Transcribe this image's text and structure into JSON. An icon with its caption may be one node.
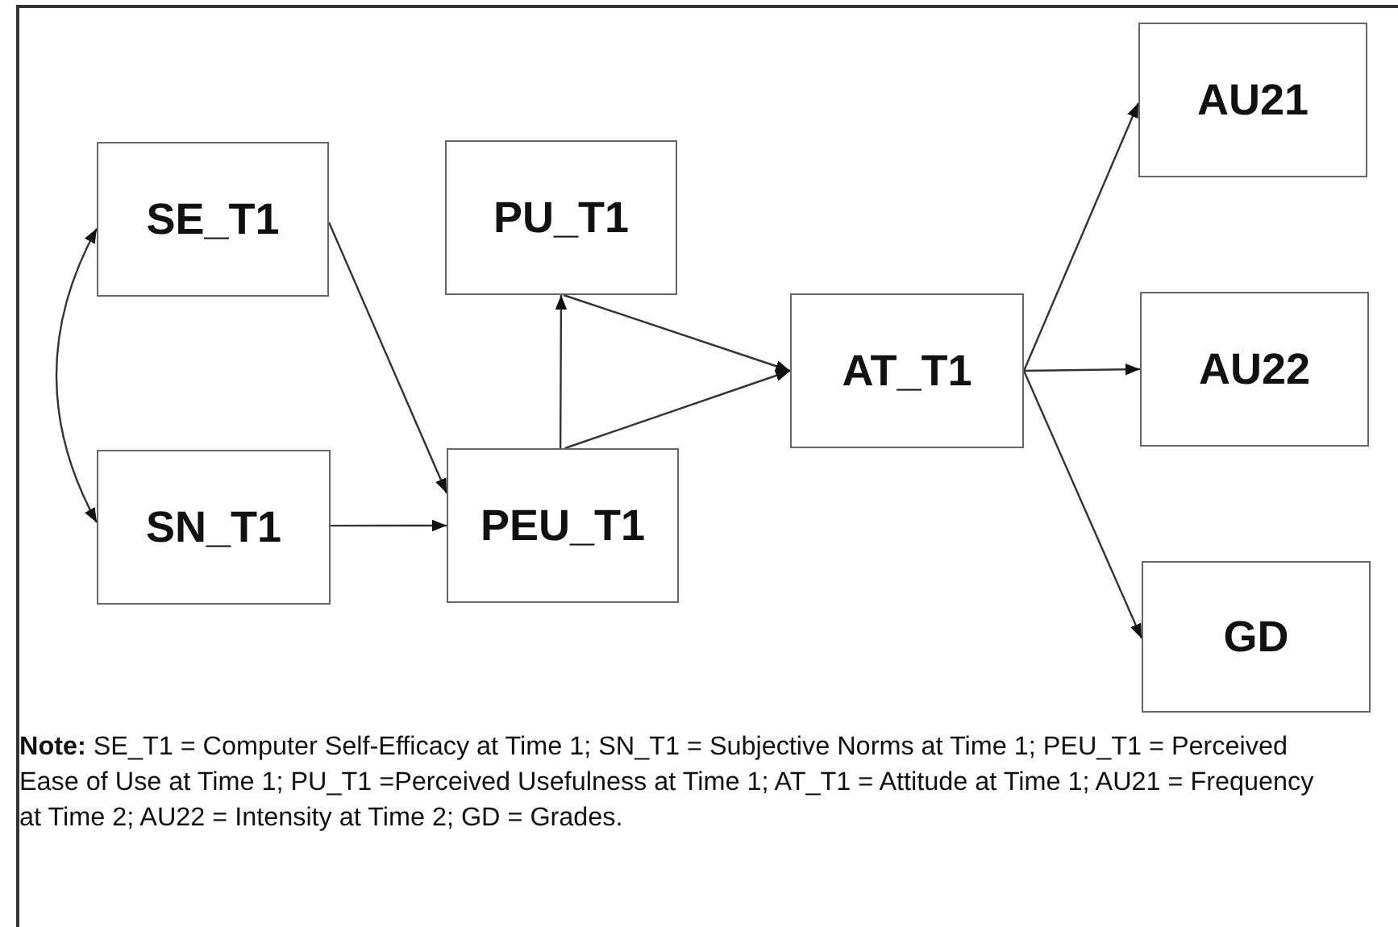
{
  "diagram": {
    "nodes": [
      {
        "text": [
          "SE_T1"
        ]
      },
      {
        "text": [
          "PU_T1"
        ]
      },
      {
        "text": [
          "SN_T1"
        ]
      },
      {
        "text": [
          "PEU_T1"
        ]
      },
      {
        "text": [
          "AT_T1"
        ]
      },
      {
        "text": [
          "AU21"
        ]
      },
      {
        "text": [
          "AU22"
        ]
      },
      {
        "text": [
          "GD"
        ]
      }
    ],
    "edges": [
      {
        "from": 0,
        "to": 2,
        "arrow": "both"
      },
      {
        "from": 0,
        "to": 3,
        "arrow": "to"
      },
      {
        "from": 2,
        "to": 3,
        "arrow": "to"
      },
      {
        "from": 3,
        "to": 1,
        "arrow": "to"
      },
      {
        "from": 1,
        "to": 4,
        "arrow": "to"
      },
      {
        "from": 3,
        "to": 4,
        "arrow": "to"
      },
      {
        "from": 4,
        "to": 5,
        "arrow": "to"
      },
      {
        "from": 4,
        "to": 6,
        "arrow": "to"
      },
      {
        "from": 4,
        "to": 7,
        "arrow": "to"
      }
    ],
    "labels": [
      "**Note:** SE_T1 = Computer Self-Efficacy at Time 1; SN_T1 = Subjective Norms at Time 1; PEU_T1 = Perceived Ease of Use at Time 1; PU_T1 =Perceived Usefulness at Time 1; AT_T1 = Attitude at Time 1; AU21 = Frequency at Time 2; AU22 = Intensity at Time 2; GD = Grades."
    ]
  }
}
